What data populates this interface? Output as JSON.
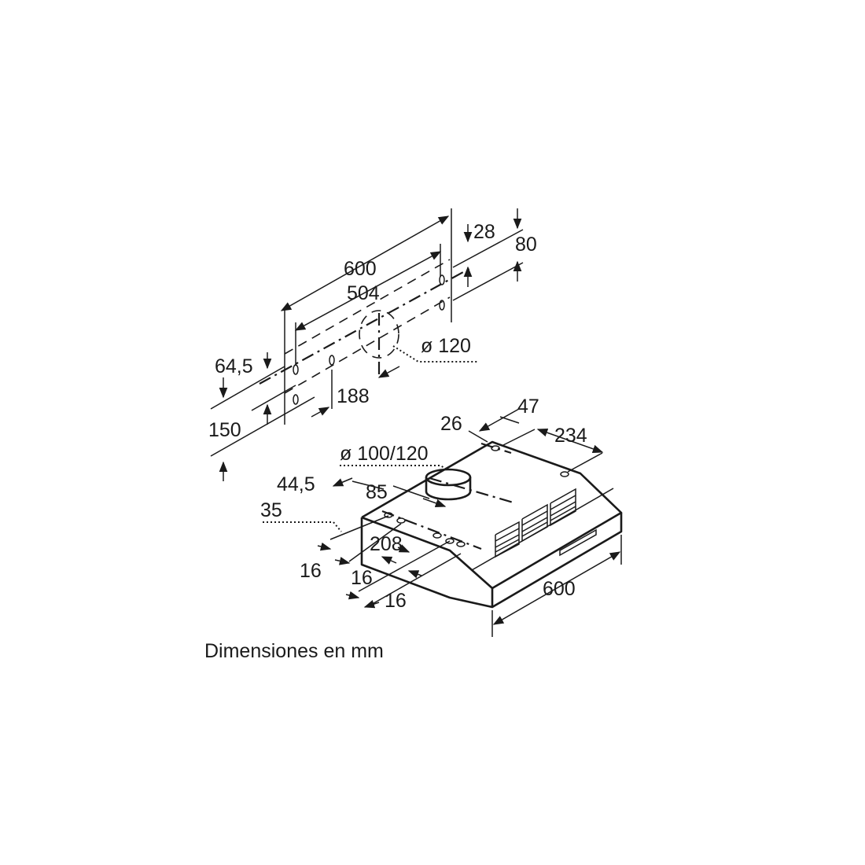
{
  "mounting_template": {
    "width_total": "600",
    "hole_spacing": "504",
    "offset_top": "28",
    "offset_right": "80",
    "duct_diameter": "ø 120",
    "offset_left_top": "64,5",
    "hole_center": "188",
    "height": "150"
  },
  "hood": {
    "rear_offset_26": "26",
    "rear_offset_47": "47",
    "depth_234": "234",
    "outlet_diameter": "ø 100/120",
    "left_offset": "44,5",
    "outlet_offset": "85",
    "edge_offset": "35",
    "bottom_208": "208",
    "side_16_a": "16",
    "side_16_b": "16",
    "side_16_c": "16",
    "width": "600"
  },
  "caption": "Dimensiones en mm"
}
